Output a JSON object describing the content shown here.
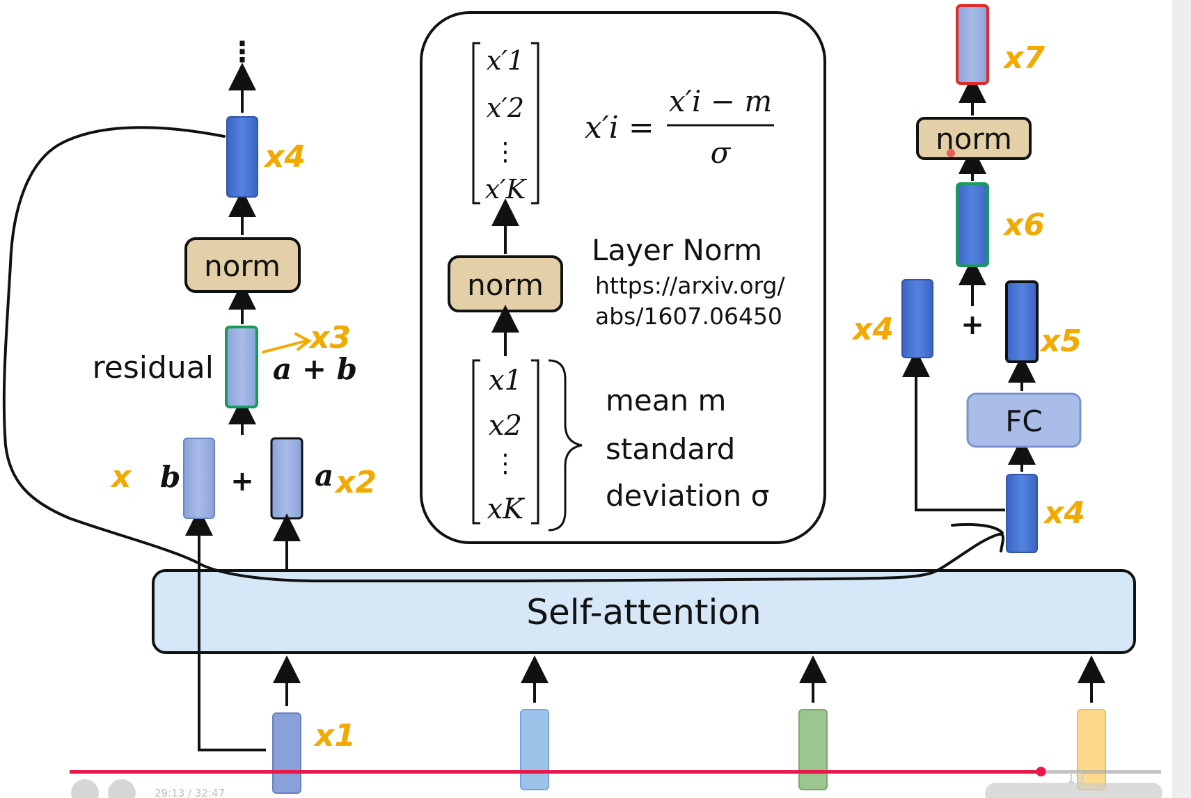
{
  "slide": {
    "self_attention_label": "Self-attention",
    "left": {
      "norm_label": "norm",
      "residual_label": "residual",
      "sum_formula": "a + b",
      "plus": "+",
      "ellipsis": "⋮",
      "operand_a": "a",
      "operand_b": "b"
    },
    "center": {
      "norm_label": "norm",
      "layer_norm_title": "Layer Norm",
      "link_line1": "https://arxiv.org/",
      "link_line2": "abs/1607.06450",
      "output_vector": [
        "x′1",
        "x′2",
        "⋮",
        "x′K"
      ],
      "input_vector": [
        "x1",
        "x2",
        "⋮",
        "xK"
      ],
      "formula_lhs": "x′i =",
      "formula_num": "x′i − m",
      "formula_den": "σ",
      "mean_label": "mean m",
      "std_line1": "standard",
      "std_line2": "deviation σ"
    },
    "right": {
      "norm_label": "norm",
      "fc_label": "FC",
      "plus": "+"
    },
    "annotations": {
      "x1": "x1",
      "x2": "x2",
      "x3": "x3",
      "x4_top": "x4",
      "xb": "x",
      "x4_right": "x4",
      "x5": "x5",
      "x6": "x6",
      "x7": "x7",
      "x4_fc": "x4"
    },
    "colors": {
      "blue_dark": "#3f6fcf",
      "blue_light": "#92aadf",
      "norm_fill": "#e3cfa8",
      "green_border": "#1a9a5a",
      "red_border": "#e02a2a",
      "annot": "#f2a900",
      "sa_fill": "#d6e8f7"
    }
  },
  "player": {
    "time_display": "29:13 / 32:47",
    "slide_number": "19",
    "progress": 0.89
  }
}
